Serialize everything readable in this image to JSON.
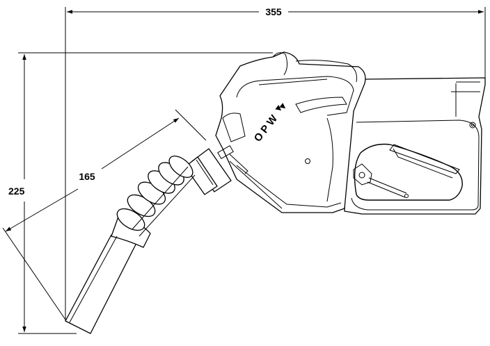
{
  "dimensions": {
    "width": "355",
    "height": "225",
    "spout_length": "165"
  },
  "logo": {
    "text": "OPW"
  }
}
